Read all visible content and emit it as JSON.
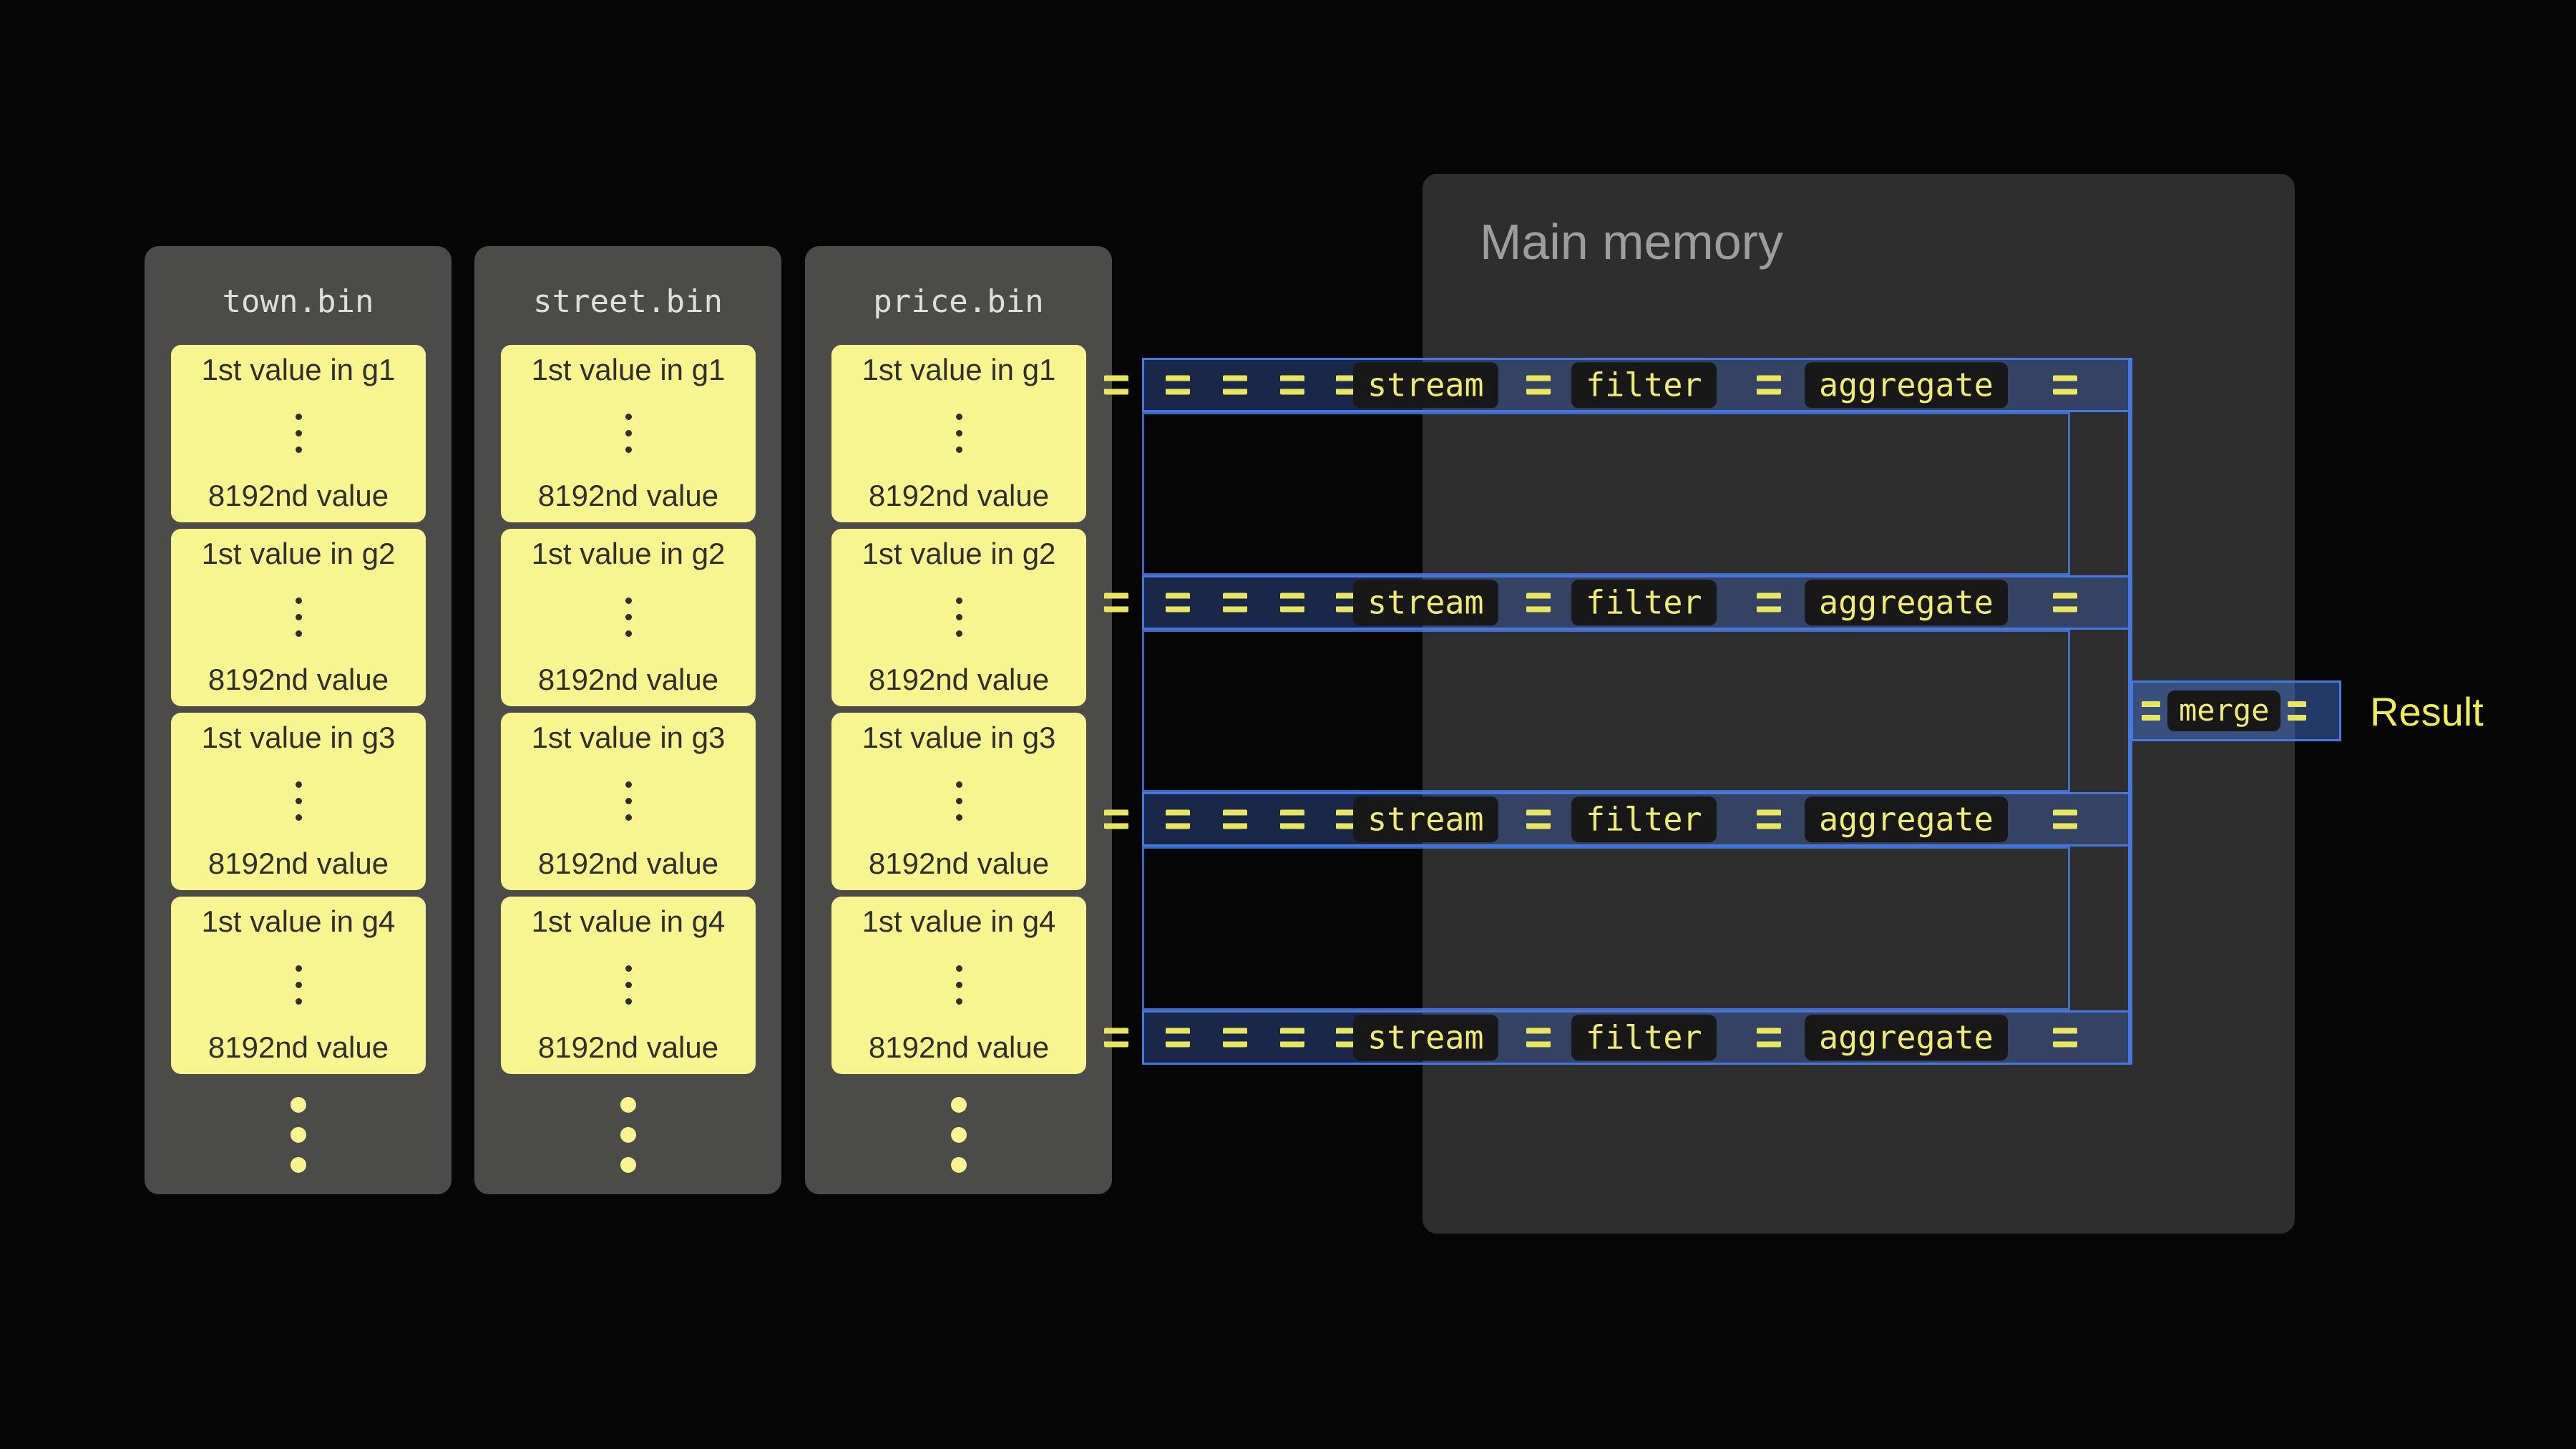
{
  "files": [
    {
      "name": "town.bin",
      "blocks": [
        {
          "first": "1st value in g1",
          "last": "8192nd value"
        },
        {
          "first": "1st value in g2",
          "last": "8192nd value"
        },
        {
          "first": "1st value in g3",
          "last": "8192nd value"
        },
        {
          "first": "1st value in g4",
          "last": "8192nd value"
        }
      ]
    },
    {
      "name": "street.bin",
      "blocks": [
        {
          "first": "1st value in g1",
          "last": "8192nd value"
        },
        {
          "first": "1st value in g2",
          "last": "8192nd value"
        },
        {
          "first": "1st value in g3",
          "last": "8192nd value"
        },
        {
          "first": "1st value in g4",
          "last": "8192nd value"
        }
      ]
    },
    {
      "name": "price.bin",
      "blocks": [
        {
          "first": "1st value in g1",
          "last": "8192nd value"
        },
        {
          "first": "1st value in g2",
          "last": "8192nd value"
        },
        {
          "first": "1st value in g3",
          "last": "8192nd value"
        },
        {
          "first": "1st value in g4",
          "last": "8192nd value"
        }
      ]
    }
  ],
  "memory": {
    "title": "Main memory"
  },
  "lanes": [
    {
      "stages": [
        "stream",
        "filter",
        "aggregate"
      ]
    },
    {
      "stages": [
        "stream",
        "filter",
        "aggregate"
      ]
    },
    {
      "stages": [
        "stream",
        "filter",
        "aggregate"
      ]
    },
    {
      "stages": [
        "stream",
        "filter",
        "aggregate"
      ]
    }
  ],
  "merge": {
    "label": "merge"
  },
  "result": "Result",
  "colors": {
    "background": "#060606",
    "file_fill": "#4b4b49",
    "block_fill": "#f8f48f",
    "memory_fill": "#2e2e2e",
    "lane_border": "#4678e0",
    "badge_fill": "#181818",
    "badge_text": "#f0eb76",
    "mark_yellow": "#eae55e",
    "result_text": "#efeb5a"
  }
}
